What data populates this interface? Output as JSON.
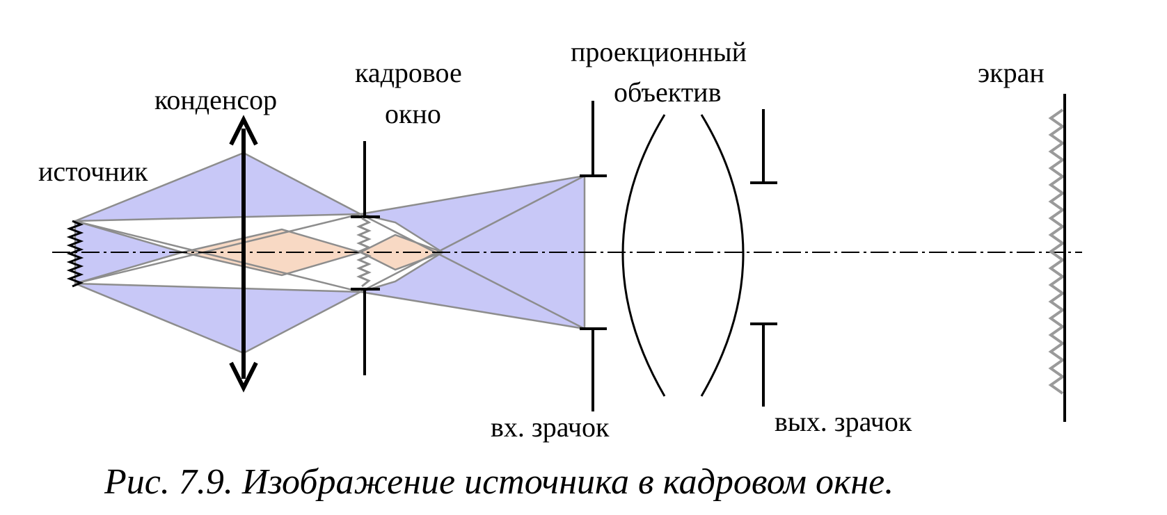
{
  "labels": {
    "source": "источник",
    "condenser": "конденсор",
    "frame_window_line1": "кадровое",
    "frame_window_line2": "окно",
    "objective_line1": "проекционный",
    "objective_line2": "объектив",
    "screen": "экран",
    "entrance_pupil": "вх. зрачок",
    "exit_pupil": "вых. зрачок"
  },
  "caption": "Рис. 7.9. Изображение источника в кадровом окне.",
  "colors": {
    "beam": "#c8c8f7",
    "source_image": "#f8d9c4",
    "ray_outline": "#8d8d8d",
    "screen_hatch": "#9a9a9a",
    "ink": "#000000"
  },
  "icons": {
    "source": "zigzag-filament-icon",
    "condenser": "double-arrow-lens-icon",
    "frame_window": "zigzag-frame-icon",
    "screen": "hatched-screen-icon"
  }
}
